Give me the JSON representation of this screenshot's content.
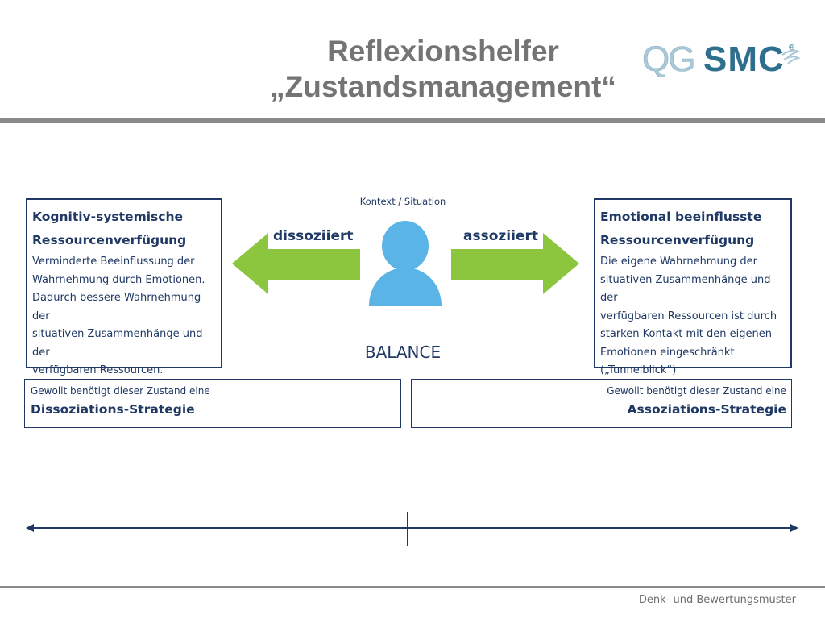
{
  "title": {
    "line1": "Reflexionshelfer",
    "line2": "„Zustandsmanagement“"
  },
  "logo": {
    "text_qg": "QG",
    "text_smc": "SMC",
    "registered": "®"
  },
  "diagram": {
    "context_label": "Kontext / Situation",
    "left_arrow_label": "dissoziiert",
    "right_arrow_label": "assoziiert",
    "center_label": "BALANCE",
    "left_box": {
      "heading_line1": "Kognitiv-systemische",
      "heading_line2": "Ressourcenverfügung",
      "body_lines": [
        "Verminderte Beeinflussung der",
        "Wahrnehmung durch Emotionen.",
        "Dadurch bessere Wahrnehmung der",
        "situativen Zusammenhänge und der",
        "verfügbaren Ressourcen."
      ]
    },
    "right_box": {
      "heading_line1": "Emotional beeinflusste",
      "heading_line2": "Ressourcenverfügung",
      "body_lines": [
        "Die eigene Wahrnehmung der",
        "situativen Zusammenhänge und der",
        "verfügbaren Ressourcen ist durch",
        "starken Kontakt mit den eigenen",
        "Emotionen eingeschränkt",
        "(„Tunnelblick“)"
      ]
    },
    "left_strategy": {
      "intro": "Gewollt benötigt dieser Zustand eine",
      "name": "Dissoziations-Strategie"
    },
    "right_strategy": {
      "intro": "Gewollt benötigt dieser Zustand eine",
      "name": "Assoziations-Strategie"
    }
  },
  "footer": {
    "text": "Denk- und Bewertungsmuster"
  },
  "colors": {
    "title_gray": "#747474",
    "navy": "#1f3864",
    "arrow_green": "#8cc63f",
    "person_blue": "#5ab4e5",
    "logo_teal": "#2e6f8e",
    "logo_light": "#a9c9d8"
  }
}
